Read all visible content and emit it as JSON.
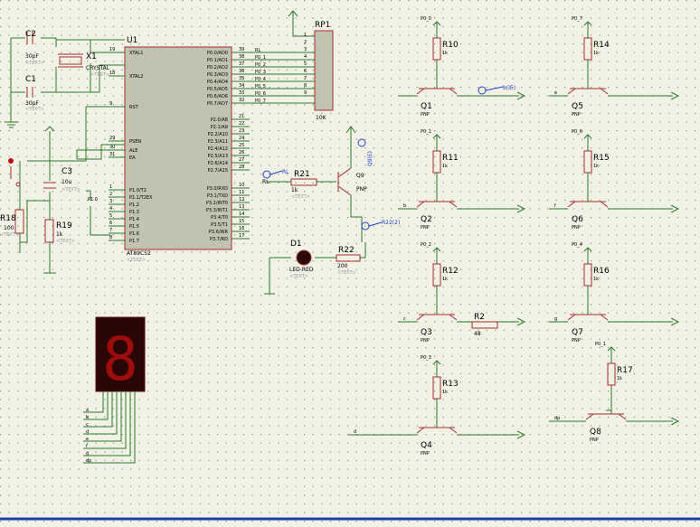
{
  "mcu": {
    "ref": "U1",
    "part": "AT89C52",
    "text": "<TEXT>",
    "left_pins": [
      {
        "num": "19",
        "name": "XTAL1"
      },
      {
        "num": "18",
        "name": "XTAL2"
      },
      {
        "num": "9",
        "name": "RST"
      },
      {
        "num": "29",
        "name": "PSEN"
      },
      {
        "num": "30",
        "name": "ALE"
      },
      {
        "num": "31",
        "name": "EA"
      },
      {
        "num": "1",
        "name": "P1.0/T2"
      },
      {
        "num": "2",
        "name": "P1.1/T2EX"
      },
      {
        "num": "3",
        "name": "P1.2"
      },
      {
        "num": "4",
        "name": "P1.3"
      },
      {
        "num": "5",
        "name": "P1.4"
      },
      {
        "num": "6",
        "name": "P1.5"
      },
      {
        "num": "7",
        "name": "P1.6"
      },
      {
        "num": "8",
        "name": "P1.7"
      }
    ],
    "right_pins": [
      {
        "num": "39",
        "name": "P0.0/AD0"
      },
      {
        "num": "38",
        "name": "P0.1/AD1"
      },
      {
        "num": "37",
        "name": "P0.2/AD2"
      },
      {
        "num": "36",
        "name": "P0.3/AD3"
      },
      {
        "num": "35",
        "name": "P0.4/AD4"
      },
      {
        "num": "34",
        "name": "P0.5/AD5"
      },
      {
        "num": "33",
        "name": "P0.6/AD6"
      },
      {
        "num": "32",
        "name": "P0.7/AD7"
      },
      {
        "num": "21",
        "name": "P2.0/A8"
      },
      {
        "num": "22",
        "name": "P2.1/A9"
      },
      {
        "num": "23",
        "name": "P2.2/A10"
      },
      {
        "num": "24",
        "name": "P2.3/A11"
      },
      {
        "num": "25",
        "name": "P2.4/A12"
      },
      {
        "num": "26",
        "name": "P2.5/A13"
      },
      {
        "num": "27",
        "name": "P2.6/A14"
      },
      {
        "num": "28",
        "name": "P2.7/A15"
      },
      {
        "num": "10",
        "name": "P3.0/RXD"
      },
      {
        "num": "11",
        "name": "P3.1/TXD"
      },
      {
        "num": "12",
        "name": "P3.2/INT0"
      },
      {
        "num": "13",
        "name": "P3.3/INT1"
      },
      {
        "num": "14",
        "name": "P3.4/T0"
      },
      {
        "num": "15",
        "name": "P3.5/T1"
      },
      {
        "num": "16",
        "name": "P3.6/WR"
      },
      {
        "num": "17",
        "name": "P3.7/RD"
      }
    ]
  },
  "p0_nets": [
    "RL",
    "P0_1",
    "P0_2",
    "P0_3",
    "P0_4",
    "P0_5",
    "P0_6",
    "P0_7"
  ],
  "p1_net": "P1.0",
  "rp1": {
    "ref": "RP1",
    "value": "10K",
    "pins": [
      "1",
      "2",
      "3",
      "4",
      "5",
      "6",
      "7",
      "8",
      "9"
    ]
  },
  "c2": {
    "ref": "C2",
    "value": "30pF",
    "text": "<TEXT>"
  },
  "c1": {
    "ref": "C1",
    "value": "30pF",
    "text": "<TEXT>"
  },
  "x1": {
    "ref": "X1",
    "value": "CRYSTAL",
    "text": "<TEXT>"
  },
  "c3": {
    "ref": "C3",
    "value": "10u",
    "text": "<TEXT>"
  },
  "r18": {
    "ref": "R18",
    "value": "100",
    "text": "<TEXT>"
  },
  "r19": {
    "ref": "R19",
    "value": "1k",
    "text": "<TEXT>"
  },
  "r21": {
    "ref": "R21",
    "value": "1k",
    "text": "<TEXT>",
    "net": "RL"
  },
  "q9": {
    "ref": "Q9",
    "type": "PNP"
  },
  "r22": {
    "ref": "R22",
    "value": "200",
    "text": "<TEXT>"
  },
  "d1": {
    "ref": "D1",
    "value": "LED-RED",
    "text": "<TEXT>"
  },
  "r2": {
    "ref": "R2",
    "value": "48"
  },
  "probes": {
    "p_qb": "b(IE)",
    "p_r22": "R22(2)",
    "p_q9": "Q9(E)",
    "p_rl": "RL"
  },
  "transistors": [
    {
      "ref": "Q1",
      "type": "PNP",
      "rref": "R10",
      "rval": "1k",
      "net": "P0_0",
      "seg": ""
    },
    {
      "ref": "Q2",
      "type": "PNP",
      "rref": "R11",
      "rval": "1k",
      "net": "P0_1",
      "seg": "b"
    },
    {
      "ref": "Q3",
      "type": "PNP",
      "rref": "R12",
      "rval": "1k",
      "net": "P0_2",
      "seg": "c"
    },
    {
      "ref": "Q4",
      "type": "PNP",
      "rref": "R13",
      "rval": "1k",
      "net": "P0_3",
      "seg": "d"
    },
    {
      "ref": "Q5",
      "type": "PNP",
      "rref": "R14",
      "rval": "1k",
      "net": "P0_7",
      "seg": "e"
    },
    {
      "ref": "Q6",
      "type": "PNP",
      "rref": "R15",
      "rval": "1k",
      "net": "P0_6",
      "seg": "f"
    },
    {
      "ref": "Q7",
      "type": "PNP",
      "rref": "R16",
      "rval": "1k",
      "net": "P0_4",
      "seg": "g"
    },
    {
      "ref": "Q8",
      "type": "PNP",
      "rref": "R17",
      "rval": "1k",
      "net": "P0_1",
      "seg": "dp"
    }
  ],
  "seg_labels": [
    "a",
    "b",
    "c",
    "d",
    "e",
    "f",
    "g",
    "dp"
  ],
  "seven_seg_digit": "8",
  "colors": {
    "wire": "#2b7a2b",
    "component": "#a23030",
    "chip_fill": "#c2c2b0",
    "background": "#f1f1e6",
    "probe": "#2040c0"
  }
}
